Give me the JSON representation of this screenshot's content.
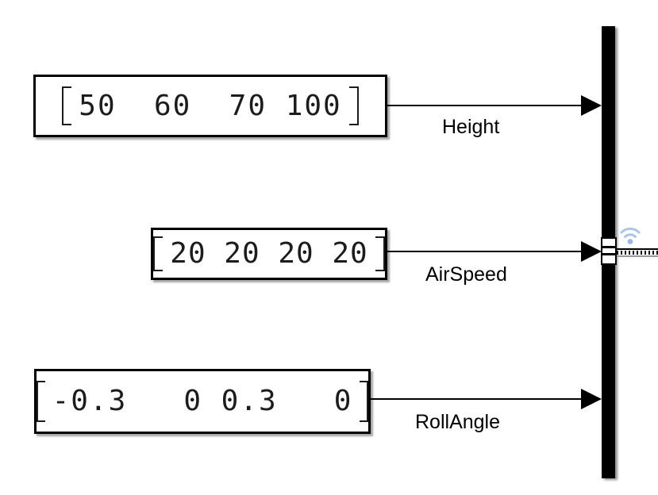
{
  "colors": {
    "background": "#ffffff",
    "block_border": "#000000",
    "block_text": "#1c1c1c",
    "signal_line": "#000000",
    "wifi_badge_arc": "#a9c4e9",
    "wifi_badge_dot": "#9cb8e2"
  },
  "matrix_delimiters": {
    "open": "[",
    "close": "]"
  },
  "blocks": [
    {
      "text": "50  60  70 100"
    },
    {
      "text": "20 20 20 20"
    },
    {
      "text": "-0.3   0 0.3   0"
    }
  ],
  "signals": [
    {
      "label": "Height"
    },
    {
      "label": "AirSpeed",
      "logged": true
    },
    {
      "label": "RollAngle"
    }
  ]
}
